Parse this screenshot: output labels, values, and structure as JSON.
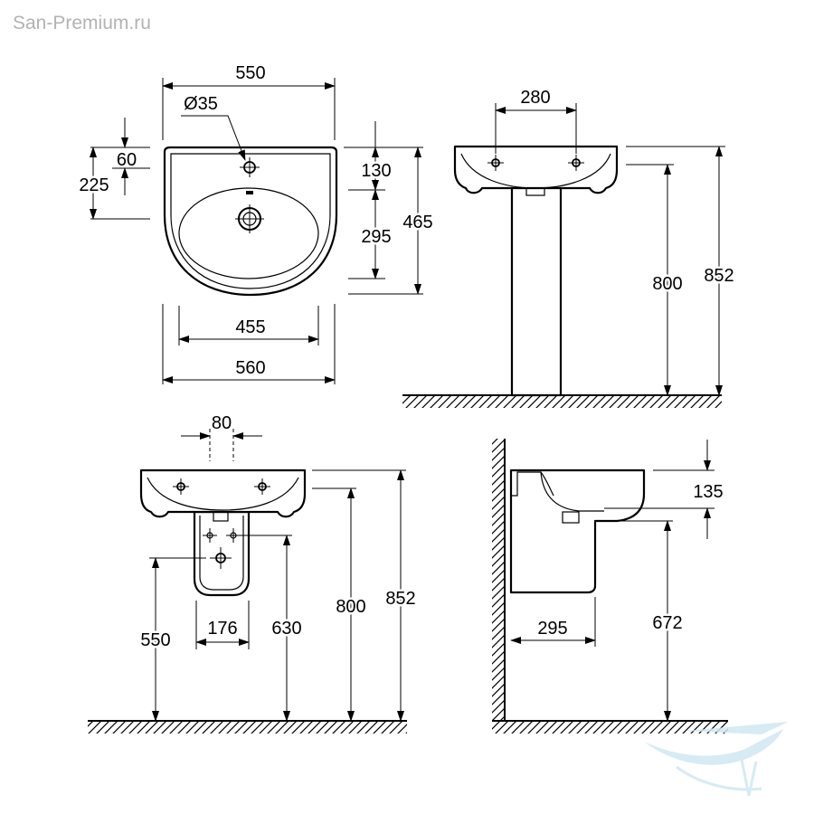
{
  "watermark": "San-Premium.ru",
  "top_view": {
    "width_top": "550",
    "hole_diameter": "Ø35",
    "hole_offset": "60",
    "drain_offset": "225",
    "rim_depth": "130",
    "bowl_depth": "295",
    "total_depth": "465",
    "bowl_width": "455",
    "total_width": "560"
  },
  "pedestal_view": {
    "hole_spacing": "280",
    "rim_height": "800",
    "total_height": "852"
  },
  "semi_pedestal_front": {
    "hole_spacing": "80",
    "drain_height": "550",
    "shroud_width": "176",
    "shroud_bottom_height": "630",
    "rim_height": "800",
    "total_height": "852"
  },
  "semi_pedestal_side": {
    "rim_thickness": "135",
    "shroud_depth": "295",
    "shroud_bottom_height": "672"
  },
  "colors": {
    "line": "#000000",
    "watermark": "#b3b3b3",
    "logo": "#cfe8f3"
  }
}
